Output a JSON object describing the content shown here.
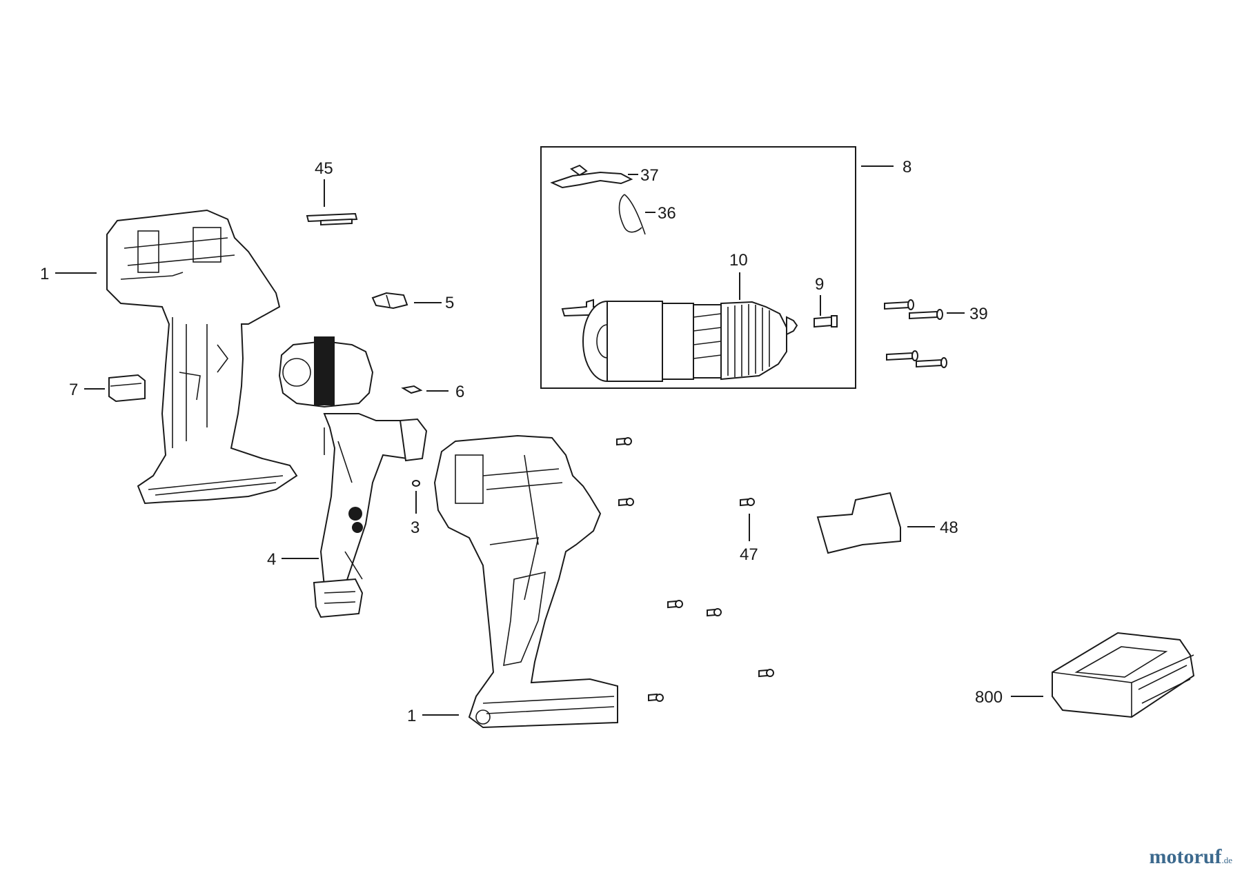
{
  "labels": {
    "l1_top": "1",
    "l45": "45",
    "l5": "5",
    "l7": "7",
    "l6": "6",
    "l3": "3",
    "l4": "4",
    "l1_bottom": "1",
    "l8": "8",
    "l37": "37",
    "l36": "36",
    "l10": "10",
    "l9": "9",
    "l39": "39",
    "l47": "47",
    "l48": "48",
    "l800": "800"
  },
  "watermark": {
    "brand": "motoruf",
    "suffix": ".de"
  }
}
